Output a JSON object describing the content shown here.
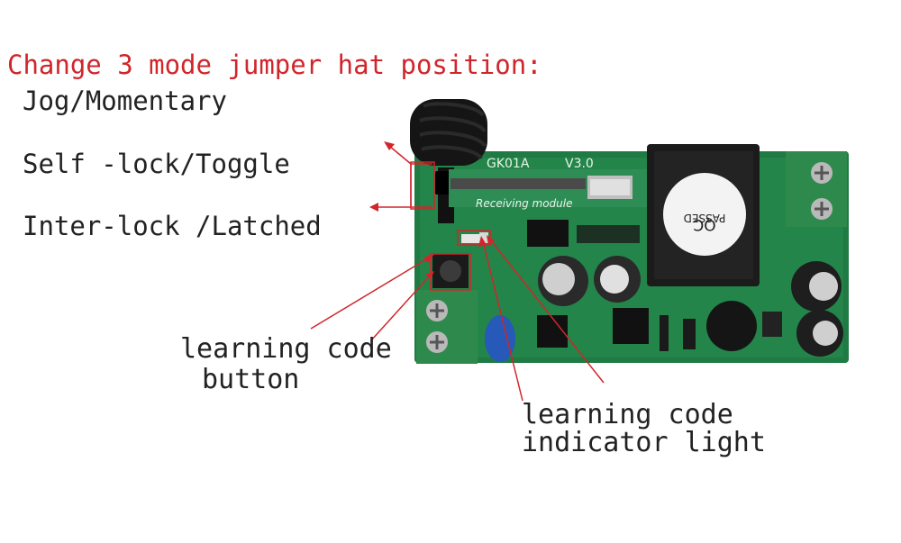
{
  "annotations": {
    "title": "Change 3 mode jumper hat position:",
    "mode_jog": "Jog/Momentary",
    "mode_self_lock": "Self -lock/Toggle",
    "mode_inter_lock": "Inter-lock /Latched",
    "learning_button_line1": "learning code",
    "learning_button_line2": "button",
    "indicator_line1": "learning code",
    "indicator_line2": "indicator light"
  },
  "board": {
    "model_label": "GK01A",
    "version_label": "V3.0",
    "module_label": "Receiving module",
    "relay_label_1": "QC",
    "relay_label_2": "PASSED"
  },
  "colors": {
    "title_text": "#d0262b",
    "arrow": "#d0262b",
    "pcb": "#1f7a43",
    "terminal": "#2e8a4c"
  }
}
